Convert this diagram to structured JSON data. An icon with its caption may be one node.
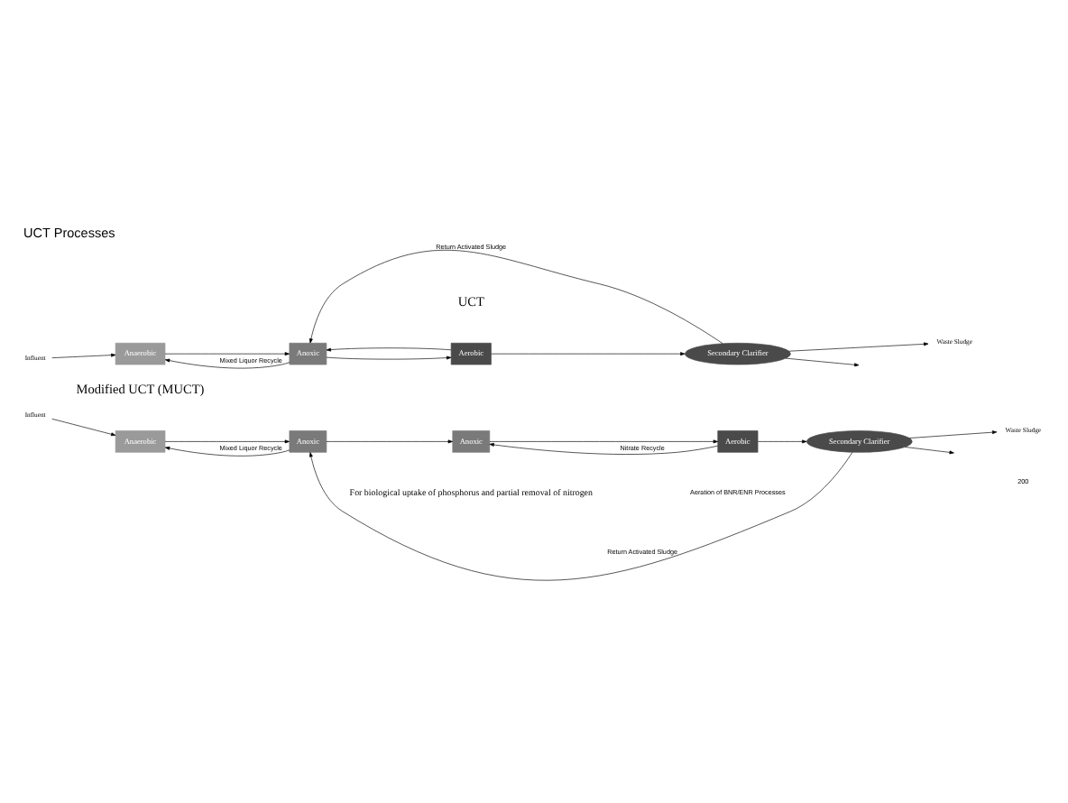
{
  "diagram": {
    "title": "UCT Processes",
    "nodes": [
      {
        "text": [
          "Influent"
        ]
      },
      {
        "text": [
          "Anaerobic"
        ]
      },
      {
        "text": [
          "Anoxic"
        ]
      },
      {
        "text": [
          "Aerobic"
        ]
      },
      {
        "text": [
          "Secondary Clarifier"
        ]
      },
      {
        "text": [
          "Waste Sludge"
        ]
      },
      {
        "text": [
          "Influent"
        ]
      },
      {
        "text": [
          "Anaerobic"
        ]
      },
      {
        "text": [
          "Anoxic"
        ]
      },
      {
        "text": [
          "Anoxic"
        ]
      },
      {
        "text": [
          "Aerobic"
        ]
      },
      {
        "text": [
          "Secondary Clarifier"
        ]
      },
      {
        "text": [
          "Waste Sludge"
        ]
      }
    ],
    "edges": [
      {
        "from": 0,
        "to": 1,
        "arrow": "to"
      },
      {
        "from": 1,
        "to": 2,
        "arrow": "to"
      },
      {
        "from": 2,
        "to": 3,
        "arrow": "to"
      },
      {
        "from": 3,
        "to": 4,
        "arrow": "to"
      },
      {
        "from": 4,
        "to": null,
        "arrow": "to"
      },
      {
        "from": 2,
        "to": 1,
        "arrow": "to",
        "label": "Mixed Liquor Recycle"
      },
      {
        "from": 3,
        "to": 2,
        "arrow": "to"
      },
      {
        "from": 4,
        "to": 2,
        "arrow": "to",
        "label": "Return Activated Sludge"
      },
      {
        "from": 4,
        "to": 5,
        "arrow": "to"
      },
      {
        "from": 6,
        "to": 7,
        "arrow": "to"
      },
      {
        "from": 7,
        "to": 8,
        "arrow": "to"
      },
      {
        "from": 8,
        "to": 9,
        "arrow": "to"
      },
      {
        "from": 9,
        "to": 10,
        "arrow": "to"
      },
      {
        "from": 10,
        "to": 11,
        "arrow": "to"
      },
      {
        "from": 11,
        "to": null,
        "arrow": "to"
      },
      {
        "from": 8,
        "to": 7,
        "arrow": "to",
        "label": "Mixed Liquor Recycle"
      },
      {
        "from": 10,
        "to": 9,
        "arrow": "to",
        "label": "Nitrate Recycle"
      },
      {
        "from": 11,
        "to": 8,
        "arrow": "to",
        "label": "Return Activated Sludge"
      },
      {
        "from": 11,
        "to": 12,
        "arrow": "to"
      }
    ],
    "labels": [
      "UCT",
      "Modified UCT (MUCT)",
      "For biological uptake of phosphorus and partial removal of nitrogen",
      "Aeration of BNR/ENR Processes",
      "200"
    ]
  }
}
